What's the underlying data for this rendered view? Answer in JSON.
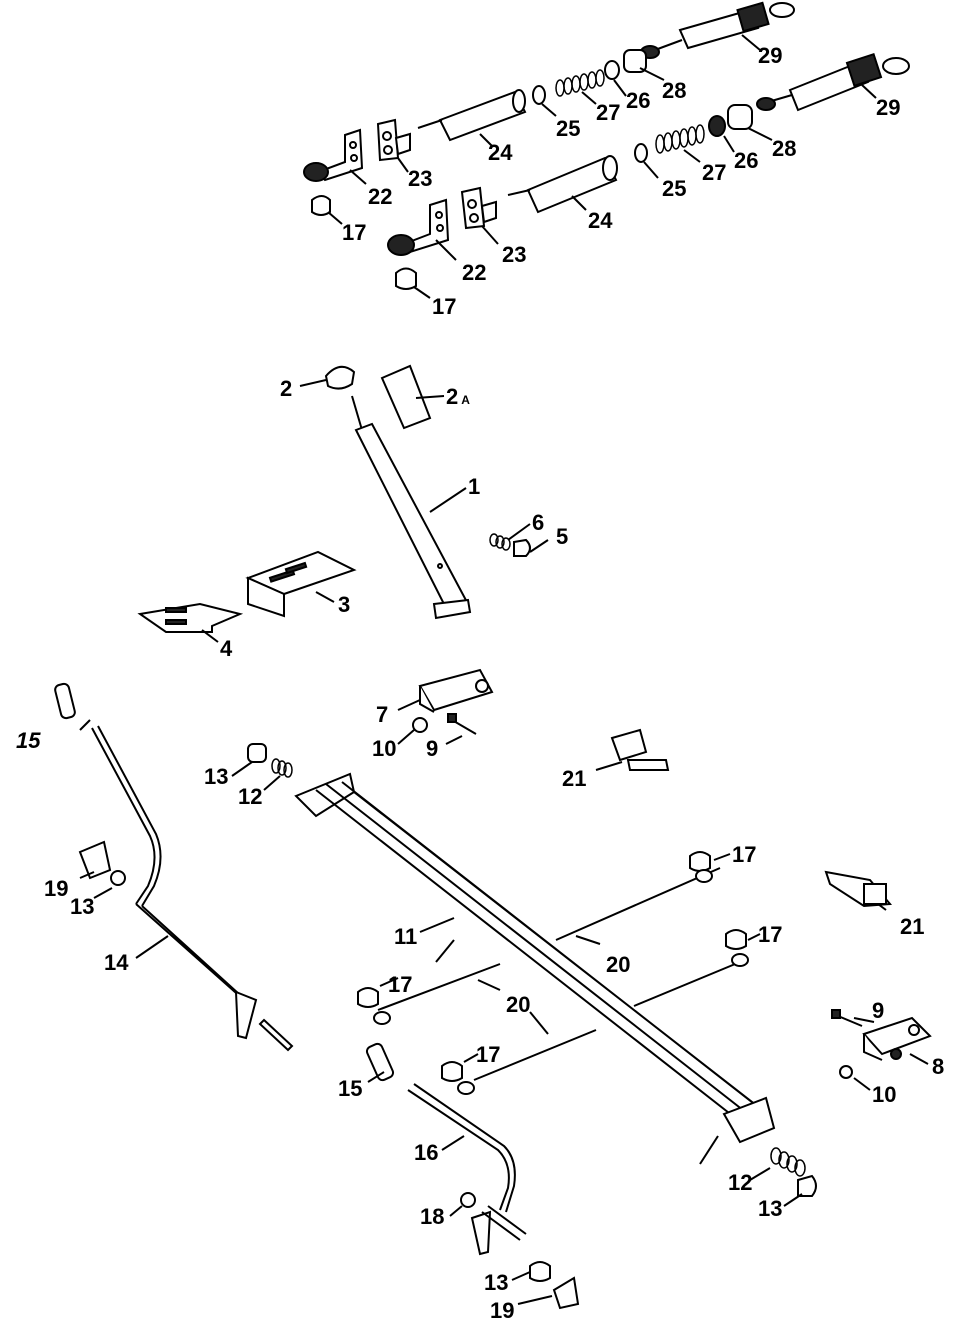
{
  "callouts": {
    "c1": "1",
    "c2": "2",
    "c2a": "2",
    "c2a_suffix": "A",
    "c3": "3",
    "c4": "4",
    "c5": "5",
    "c6": "6",
    "c7": "7",
    "c8": "8",
    "c9a": "9",
    "c9b": "9",
    "c10a": "10",
    "c10b": "10",
    "c11": "11",
    "c12a": "12",
    "c12b": "12",
    "c13a": "13",
    "c13b": "13",
    "c13c": "13",
    "c13d": "13",
    "c14": "14",
    "c15a": "15",
    "c15b": "15",
    "c16": "16",
    "c17a": "17",
    "c17b": "17",
    "c17c": "17",
    "c17d": "17",
    "c17e": "17",
    "c17f": "17",
    "c18": "18",
    "c19a": "19",
    "c19b": "19",
    "c20a": "20",
    "c20b": "20",
    "c21a": "21",
    "c21b": "21",
    "c22a": "22",
    "c22b": "22",
    "c23a": "23",
    "c23b": "23",
    "c24a": "24",
    "c24b": "24",
    "c25a": "25",
    "c25b": "25",
    "c26a": "26",
    "c26b": "26",
    "c27a": "27",
    "c27b": "27",
    "c28a": "28",
    "c28b": "28",
    "c29a": "29",
    "c29b": "29"
  }
}
